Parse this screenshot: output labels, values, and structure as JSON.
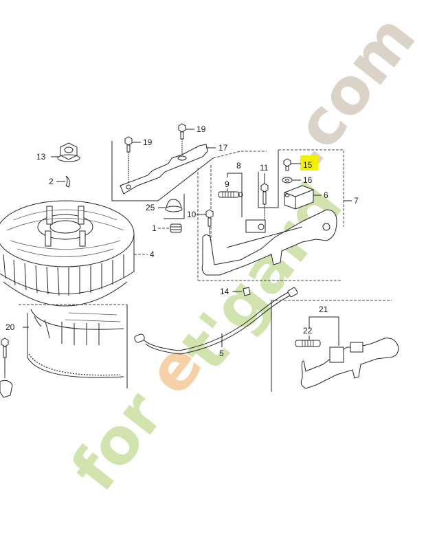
{
  "diagram": {
    "title": "Flywheel / ignition parts diagram",
    "highlight_color": "#f2f200",
    "highlighted_part": "15",
    "labels": {
      "p1": "1",
      "p2": "2",
      "p4": "4",
      "p5": "5",
      "p6": "6",
      "p7": "7",
      "p8": "8",
      "p9": "9",
      "p10": "10",
      "p11": "11",
      "p13": "13",
      "p14": "14",
      "p15": "15",
      "p16": "16",
      "p17": "17",
      "p19a": "19",
      "p19b": "19",
      "p20": "20",
      "p21": "21",
      "p22": "22",
      "p25": "25"
    },
    "parts": [
      {
        "ref": "1",
        "name": "grommet"
      },
      {
        "ref": "2",
        "name": "woodruff key"
      },
      {
        "ref": "4",
        "name": "flywheel"
      },
      {
        "ref": "5",
        "name": "cable"
      },
      {
        "ref": "6",
        "name": "switch"
      },
      {
        "ref": "7",
        "name": "control assembly"
      },
      {
        "ref": "8",
        "name": "spring set"
      },
      {
        "ref": "9",
        "name": "spring"
      },
      {
        "ref": "10",
        "name": "bolt"
      },
      {
        "ref": "11",
        "name": "stud bolt"
      },
      {
        "ref": "13",
        "name": "flange nut"
      },
      {
        "ref": "14",
        "name": "clip"
      },
      {
        "ref": "15",
        "name": "screw"
      },
      {
        "ref": "16",
        "name": "washer"
      },
      {
        "ref": "17",
        "name": "plate"
      },
      {
        "ref": "19",
        "name": "flange bolt"
      },
      {
        "ref": "20",
        "name": "flywheel (alt)"
      },
      {
        "ref": "21",
        "name": "control assembly (alt)"
      },
      {
        "ref": "22",
        "name": "spring (alt)"
      },
      {
        "ref": "25",
        "name": "cap"
      }
    ]
  },
  "watermark": {
    "part1": "for",
    "part2": "e",
    "part3": "t'gard",
    "part4": ".com",
    "colors": {
      "green": "#c9e0a0",
      "orange": "#f5c99a",
      "gray": "#d8cfc3"
    }
  }
}
